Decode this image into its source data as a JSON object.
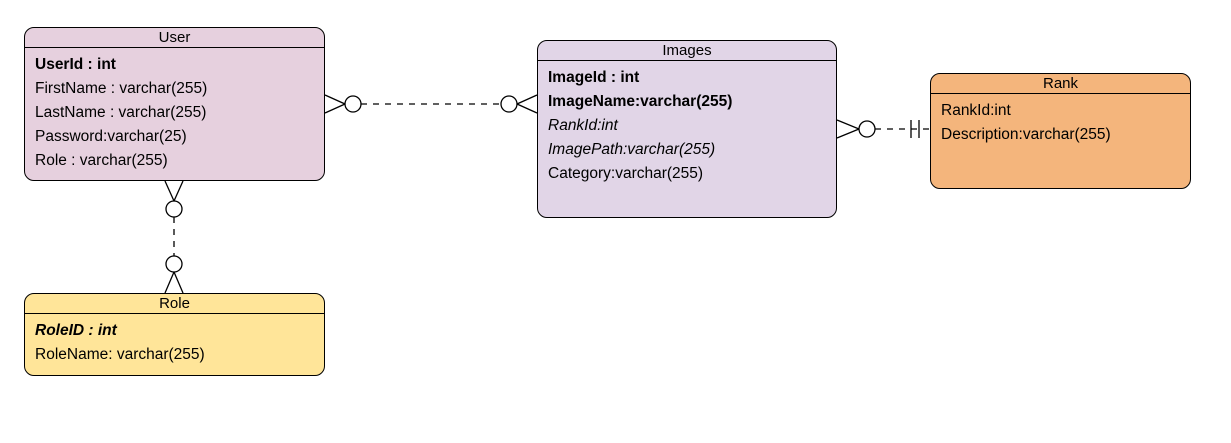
{
  "entities": {
    "user": {
      "title": "User",
      "fill": "#e6d0de",
      "fields": [
        {
          "text": "UserId : int",
          "style": "bold"
        },
        {
          "text": "FirstName : varchar(255)",
          "style": "normal"
        },
        {
          "text": "LastName : varchar(255)",
          "style": "normal"
        },
        {
          "text": "Password:varchar(25)",
          "style": "normal"
        },
        {
          "text": "Role : varchar(255)",
          "style": "normal"
        }
      ]
    },
    "role": {
      "title": "Role",
      "fill": "#ffe599",
      "fields": [
        {
          "text": "RoleID : int",
          "style": "bold-italic"
        },
        {
          "text": "RoleName: varchar(255)",
          "style": "normal"
        }
      ]
    },
    "images": {
      "title": "Images",
      "fill": "#e1d5e7",
      "fields": [
        {
          "text": "ImageId : int",
          "style": "bold"
        },
        {
          "text": "ImageName:varchar(255)",
          "style": "bold"
        },
        {
          "text": "RankId:int",
          "style": "italic"
        },
        {
          "text": "ImagePath:varchar(255)",
          "style": "italic"
        },
        {
          "text": "Category:varchar(255)",
          "style": "normal"
        }
      ]
    },
    "rank": {
      "title": "Rank",
      "fill": "#f4b57c",
      "fields": [
        {
          "text": "RankId:int",
          "style": "normal"
        },
        {
          "text": "Description:varchar(255)",
          "style": "normal"
        }
      ]
    }
  },
  "relationships": [
    {
      "from": "user",
      "to": "images",
      "from_end": "zero-or-many",
      "to_end": "zero-or-many"
    },
    {
      "from": "user",
      "to": "role",
      "from_end": "zero-or-many",
      "to_end": "zero-or-many"
    },
    {
      "from": "images",
      "to": "rank",
      "from_end": "zero-or-many",
      "to_end": "exactly-one"
    }
  ],
  "colors": {
    "line": "#000000",
    "background": "#ffffff"
  }
}
